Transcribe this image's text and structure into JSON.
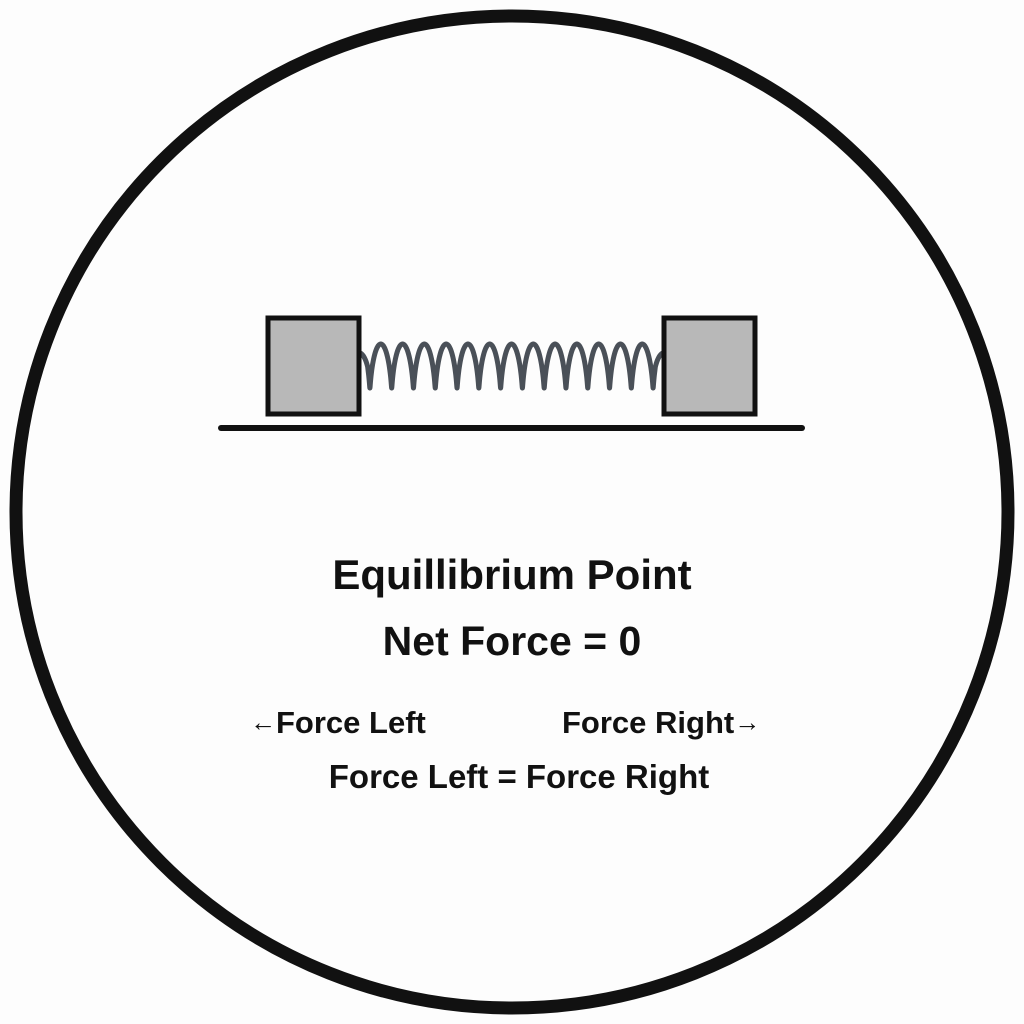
{
  "diagram": {
    "title": "Equillibrium Point",
    "equation": "Net Force = 0",
    "force_left": {
      "label": "Force Left",
      "arrow_glyph": "←",
      "arrow_icon": "arrow-left-icon"
    },
    "force_right": {
      "label": "Force Right",
      "arrow_glyph": "→",
      "arrow_icon": "arrow-right-icon"
    },
    "balance_statement": "Force Left = Force Right"
  },
  "colors": {
    "outline": "#111111",
    "block_fill": "#b8b8b8",
    "spring": "#4a5058",
    "background": "#fdfdfd"
  }
}
